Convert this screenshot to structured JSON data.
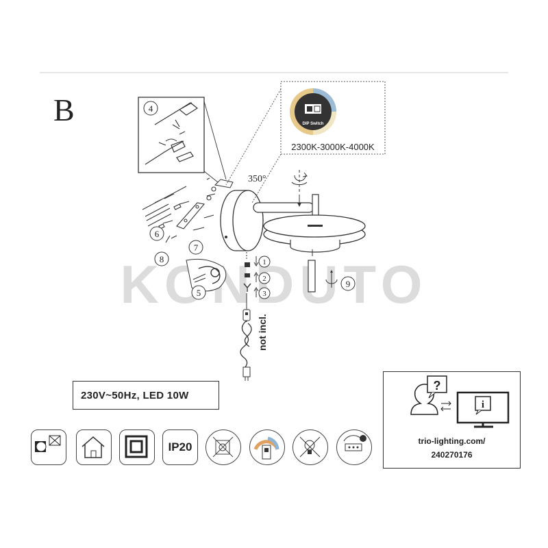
{
  "section_letter": "B",
  "color_temperatures": "2300K-3000K-4000K",
  "dip_switch_label": "DIP Switch",
  "rotation_label": "350°",
  "step_numbers": [
    "4",
    "5",
    "6",
    "7",
    "8",
    "9",
    "1",
    "2",
    "3"
  ],
  "not_included_label": "not incl.",
  "watermark": "KONDUTO",
  "specs": "230V~50Hz, LED 10W",
  "support": {
    "url": "trio-lighting.com/",
    "article_number": "240270176"
  },
  "symbols": [
    {
      "name": "no-bulb-replacement-icon"
    },
    {
      "name": "indoor-use-icon"
    },
    {
      "name": "protection-class-2-icon"
    },
    {
      "name": "ip-rating-icon",
      "text": "IP20"
    },
    {
      "name": "no-disposal-icon"
    },
    {
      "name": "cct-switch-icon"
    },
    {
      "name": "led-not-replaceable-icon"
    },
    {
      "name": "rotatable-head-icon"
    }
  ]
}
